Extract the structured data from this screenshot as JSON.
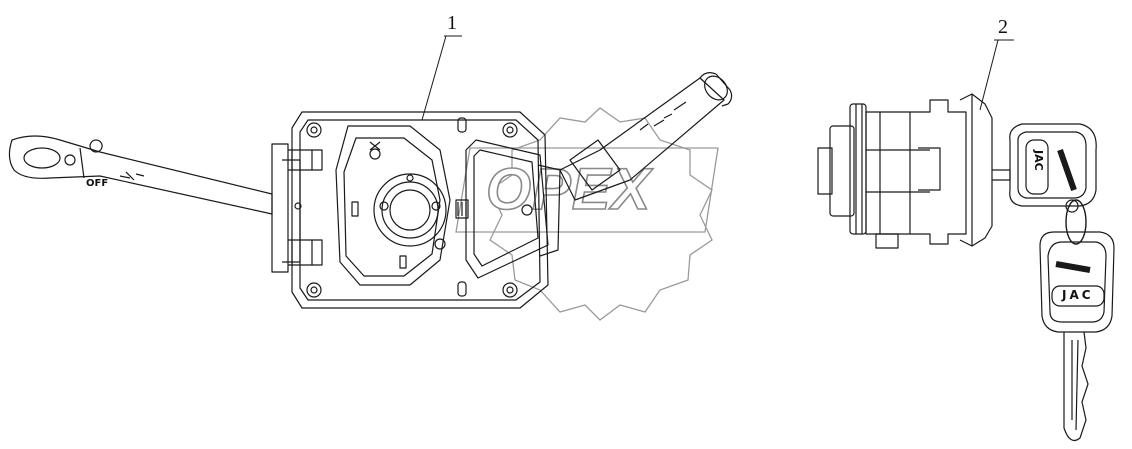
{
  "callouts": [
    {
      "number": "1"
    },
    {
      "number": "2"
    }
  ],
  "watermark": {
    "text": "OPEX"
  },
  "stalk_markings": {
    "off_label": "OFF"
  },
  "key_markings": {
    "brand": "JAC"
  },
  "colors": {
    "line": "#1a1a1a",
    "watermark": "#8a8a8a",
    "background": "#ffffff"
  }
}
